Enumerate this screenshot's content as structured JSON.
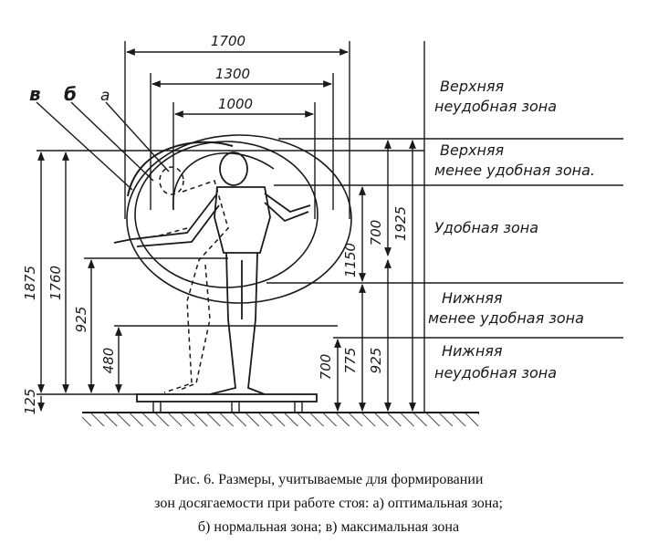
{
  "diagram": {
    "arc_labels": [
      "в",
      "б",
      "а"
    ],
    "horizontal_dims": [
      "1700",
      "1300",
      "1000"
    ],
    "left_dims": [
      "1875",
      "1760",
      "925",
      "480",
      "125"
    ],
    "right_dims": [
      "700",
      "775",
      "925",
      "1150",
      "700",
      "1925"
    ],
    "zones": [
      {
        "line1": "Верхняя",
        "line2": "неудобная зона"
      },
      {
        "line1": "Верхняя",
        "line2": "менее удобная зона."
      },
      {
        "line1": "Удобная зона",
        "line2": ""
      },
      {
        "line1": "Нижняя",
        "line2": "менее удобная зона"
      },
      {
        "line1": "Нижняя",
        "line2": "неудобная зона"
      }
    ]
  },
  "caption": {
    "line1": "Рис. 6. Размеры, учитываемые для формировании",
    "line2": "зон досягаемости при работе стоя: а) оптимальная зона;",
    "line3": "б) нормальная зона; в) максимальная зона"
  },
  "colors": {
    "ink": "#1a1a1a"
  }
}
